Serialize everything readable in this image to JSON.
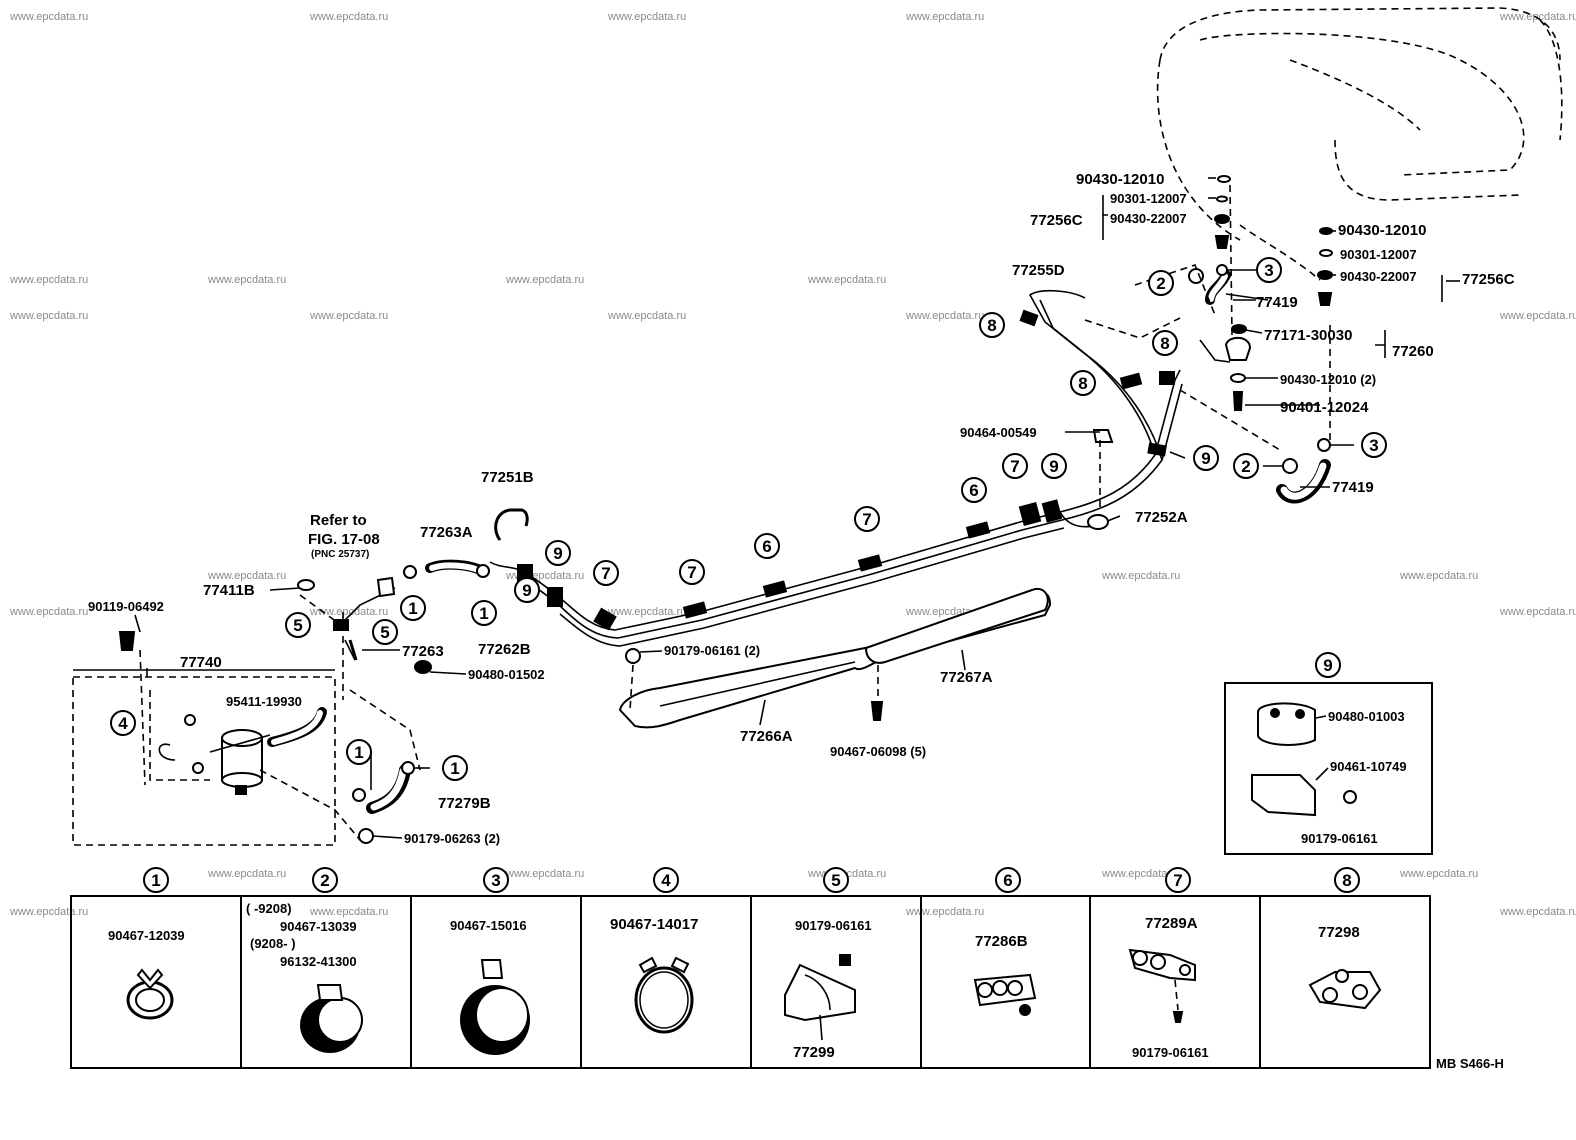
{
  "watermark": "www.epcdata.ru",
  "diagram_code": "MB S466-H",
  "reference_note": {
    "line1": "Refer to",
    "line2": "FIG. 17-08",
    "line3": "(PNC 25737)"
  },
  "part_labels": {
    "p_90430_12010_a": "90430-12010",
    "p_90301_12007_a": "90301-12007",
    "p_90430_22007_a": "90430-22007",
    "p_77256c_a": "77256C",
    "p_90430_12010_b": "90430-12010",
    "p_90301_12007_b": "90301-12007",
    "p_90430_22007_b": "90430-22007",
    "p_77256c_b": "77256C",
    "p_77255d": "77255D",
    "p_77419_a": "77419",
    "p_77171_30030": "77171-30030",
    "p_77260": "77260",
    "p_90430_12010_2": "90430-12010 (2)",
    "p_90401_12024": "90401-12024",
    "p_90464_00549": "90464-00549",
    "p_77419_b": "77419",
    "p_77252a": "77252A",
    "p_77251b": "77251B",
    "p_77263a": "77263A",
    "p_77411b": "77411B",
    "p_90119_06492": "90119-06492",
    "p_77262b": "77262B",
    "p_77263": "77263",
    "p_90480_01502": "90480-01502",
    "p_77740": "77740",
    "p_95411_19930": "95411-19930",
    "p_77279b": "77279B",
    "p_90179_06263": "90179-06263 (2)",
    "p_90179_06161_2": "90179-06161 (2)",
    "p_77266a": "77266A",
    "p_90467_06098": "90467-06098 (5)",
    "p_77267a": "77267A",
    "p_90480_01003": "90480-01003",
    "p_90461_10749": "90461-10749",
    "p_90179_06161_box": "90179-06161"
  },
  "callouts": {
    "c1": "1",
    "c2": "2",
    "c3": "3",
    "c4": "4",
    "c5": "5",
    "c6": "6",
    "c7": "7",
    "c8": "8",
    "c9": "9"
  },
  "legend": {
    "headers": [
      "1",
      "2",
      "3",
      "4",
      "5",
      "6",
      "7",
      "8"
    ],
    "cell1": {
      "part": "90467-12039"
    },
    "cell2": {
      "note1": "(        -9208)",
      "part1": "90467-13039",
      "note2": "(9208-        )",
      "part2": "96132-41300"
    },
    "cell3": {
      "part": "90467-15016"
    },
    "cell4": {
      "part": "90467-14017"
    },
    "cell5": {
      "part1": "90179-06161",
      "part2": "77299"
    },
    "cell6": {
      "part": "77286B"
    },
    "cell7": {
      "part1": "77289A",
      "part2": "90179-06161"
    },
    "cell8": {
      "part": "77298"
    }
  }
}
